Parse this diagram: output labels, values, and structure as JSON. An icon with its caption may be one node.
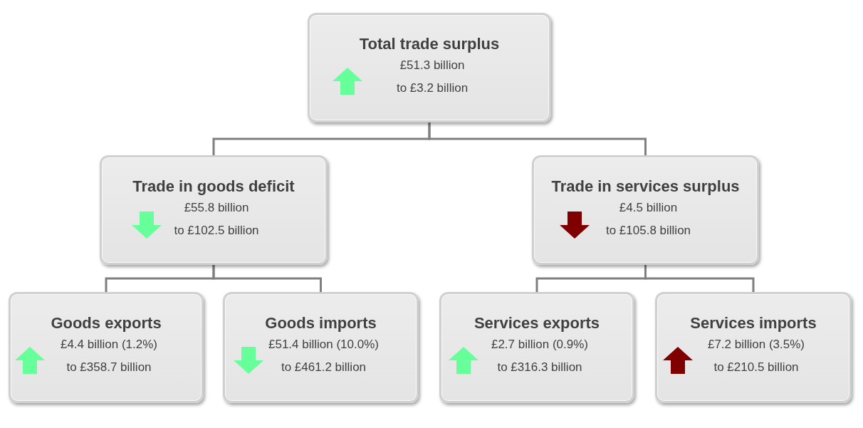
{
  "diagram": {
    "nodes": [
      {
        "text": [
          "Total trade surplus",
          "£51.3 billion",
          "to £3.2 billion"
        ]
      },
      {
        "text": [
          "Trade in goods deficit",
          "£55.8 billion",
          "to £102.5 billion"
        ]
      },
      {
        "text": [
          "Trade in services surplus",
          "£4.5 billion",
          "to £105.8 billion"
        ]
      },
      {
        "text": [
          "Goods exports",
          "£4.4 billion (1.2%)",
          "to £358.7 billion"
        ]
      },
      {
        "text": [
          "Goods imports",
          "£51.4 billion (10.0%)",
          "to £461.2 billion"
        ]
      },
      {
        "text": [
          "Services exports",
          "£2.7 billion (0.9%)",
          "to £316.3 billion"
        ]
      },
      {
        "text": [
          "Services imports",
          "£7.2 billion (3.5%)",
          "to £210.5 billion"
        ]
      }
    ],
    "edges": [
      {
        "from": 0,
        "to": 1,
        "arrow": "none"
      },
      {
        "from": 0,
        "to": 2,
        "arrow": "none"
      },
      {
        "from": 1,
        "to": 3,
        "arrow": "none"
      },
      {
        "from": 1,
        "to": 4,
        "arrow": "none"
      },
      {
        "from": 2,
        "to": 5,
        "arrow": "none"
      },
      {
        "from": 2,
        "to": 6,
        "arrow": "none"
      }
    ]
  }
}
